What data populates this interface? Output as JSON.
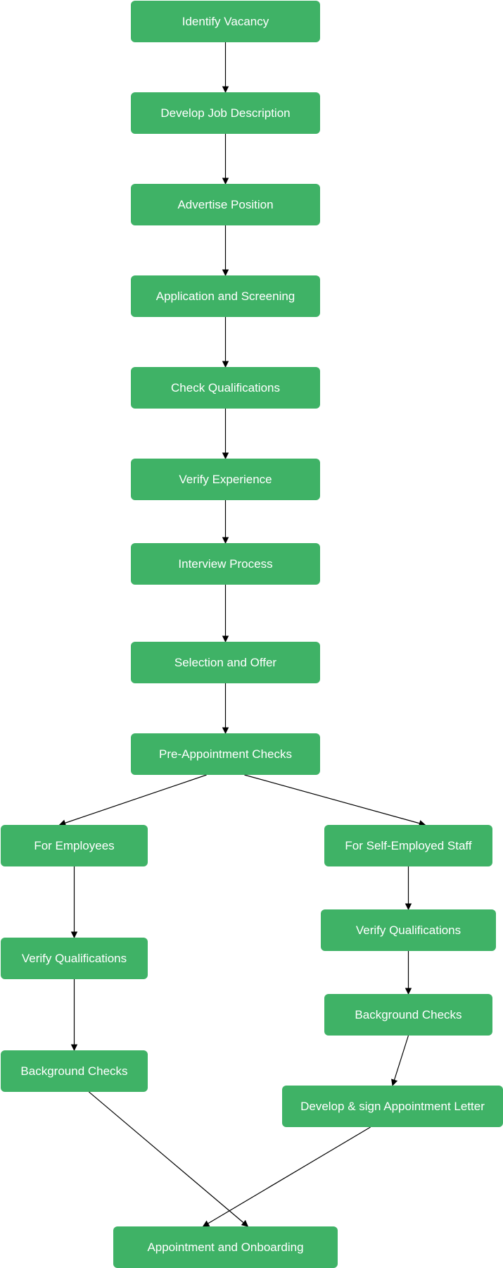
{
  "diagram": {
    "node_color": "#3fb266",
    "text_color": "#ffffff",
    "edge_color": "#000000",
    "nodes": {
      "identify_vacancy": "Identify Vacancy",
      "develop_job_description": "Develop Job Description",
      "advertise_position": "Advertise Position",
      "application_screening": "Application and Screening",
      "check_qualifications": "Check Qualifications",
      "verify_experience": "Verify Experience",
      "interview_process": "Interview Process",
      "selection_offer": "Selection and Offer",
      "pre_appointment_checks": "Pre-Appointment Checks",
      "for_employees": "For Employees",
      "emp_verify_qualifications": "Verify Qualifications",
      "emp_background_checks": "Background Checks",
      "for_self_employed": "For Self-Employed Staff",
      "se_verify_qualifications": "Verify Qualifications",
      "se_background_checks": "Background Checks",
      "develop_sign_letter": "Develop & sign Appointment Letter",
      "appointment_onboarding": "Appointment and Onboarding"
    },
    "edges": [
      [
        "identify_vacancy",
        "develop_job_description"
      ],
      [
        "develop_job_description",
        "advertise_position"
      ],
      [
        "advertise_position",
        "application_screening"
      ],
      [
        "application_screening",
        "check_qualifications"
      ],
      [
        "check_qualifications",
        "verify_experience"
      ],
      [
        "verify_experience",
        "interview_process"
      ],
      [
        "interview_process",
        "selection_offer"
      ],
      [
        "selection_offer",
        "pre_appointment_checks"
      ],
      [
        "pre_appointment_checks",
        "for_employees"
      ],
      [
        "pre_appointment_checks",
        "for_self_employed"
      ],
      [
        "for_employees",
        "emp_verify_qualifications"
      ],
      [
        "emp_verify_qualifications",
        "emp_background_checks"
      ],
      [
        "for_self_employed",
        "se_verify_qualifications"
      ],
      [
        "se_verify_qualifications",
        "se_background_checks"
      ],
      [
        "se_background_checks",
        "develop_sign_letter"
      ],
      [
        "emp_background_checks",
        "appointment_onboarding"
      ],
      [
        "develop_sign_letter",
        "appointment_onboarding"
      ]
    ]
  }
}
